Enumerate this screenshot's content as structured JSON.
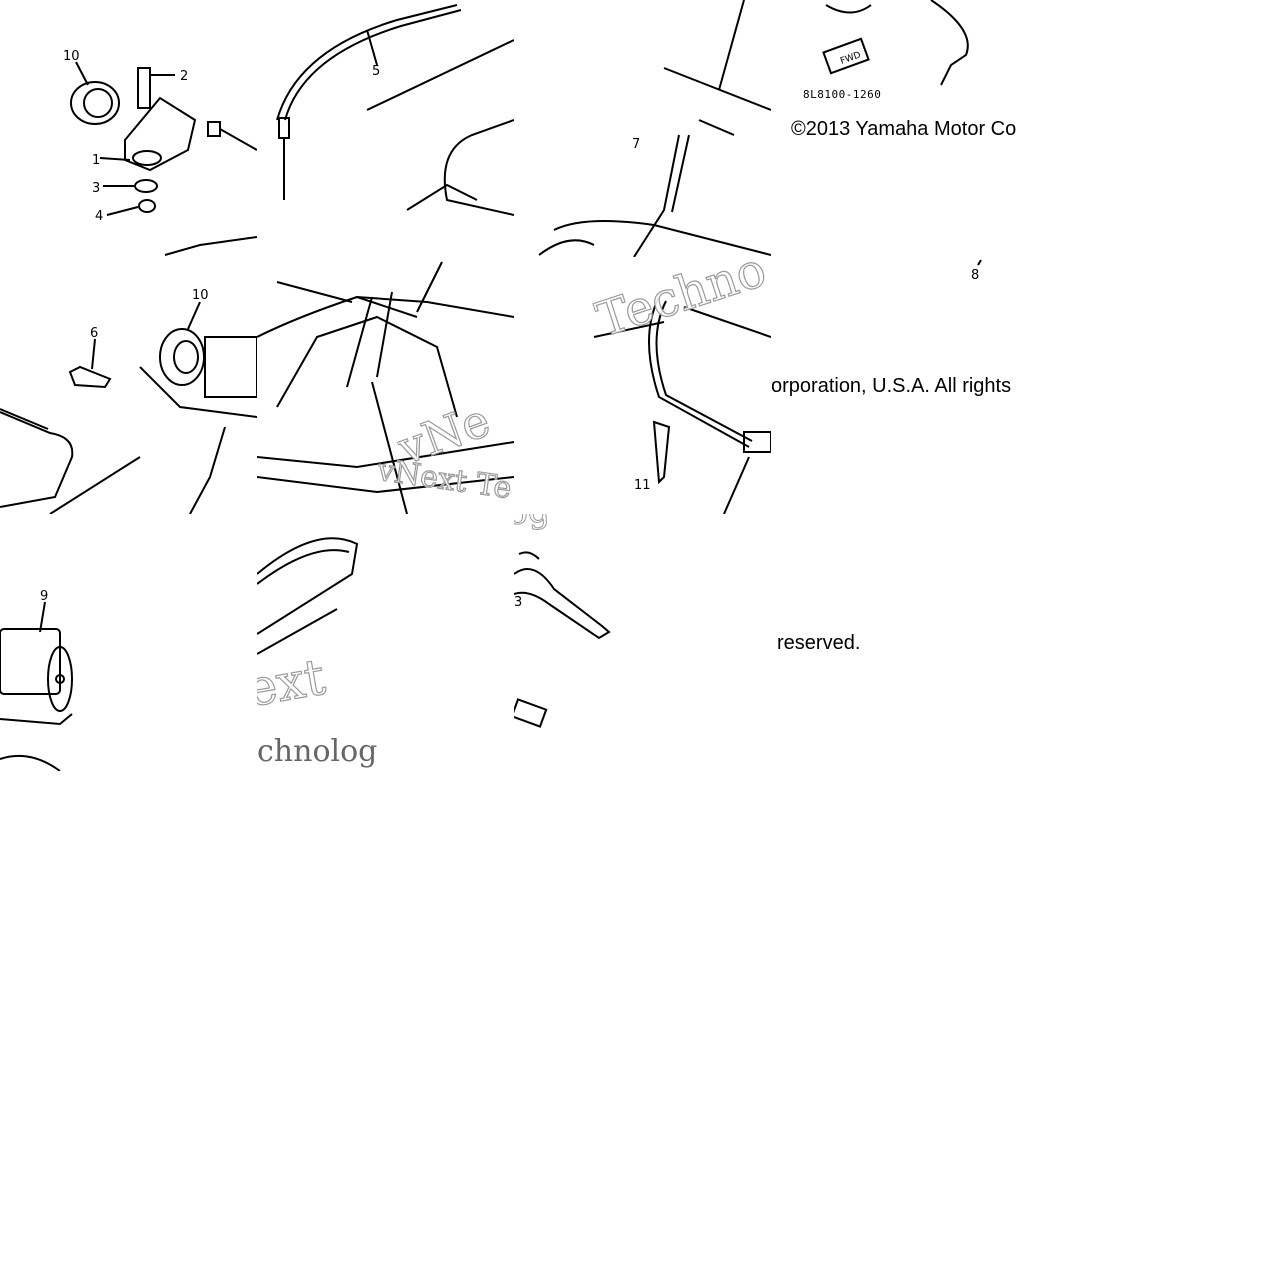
{
  "copyright": {
    "line1": "©2013 Yamaha Motor Co",
    "line2": "orporation, U.S.A. All rights",
    "line3": "reserved."
  },
  "part_code": "8L8100-1260",
  "fwd_tag": "FWD",
  "watermarks": {
    "a": "Techno",
    "b": "vNext Te",
    "c": "chnolog",
    "d": "ext",
    "e": "nolog",
    "f": "vNe"
  },
  "callouts": {
    "c1": "1",
    "c2": "2",
    "c3": "3",
    "c4": "4",
    "c5": "5",
    "c6": "6",
    "c7": "7",
    "c8": "8",
    "c9": "9",
    "c10a": "10",
    "c10b": "10",
    "c11": "11",
    "c13": "3"
  }
}
